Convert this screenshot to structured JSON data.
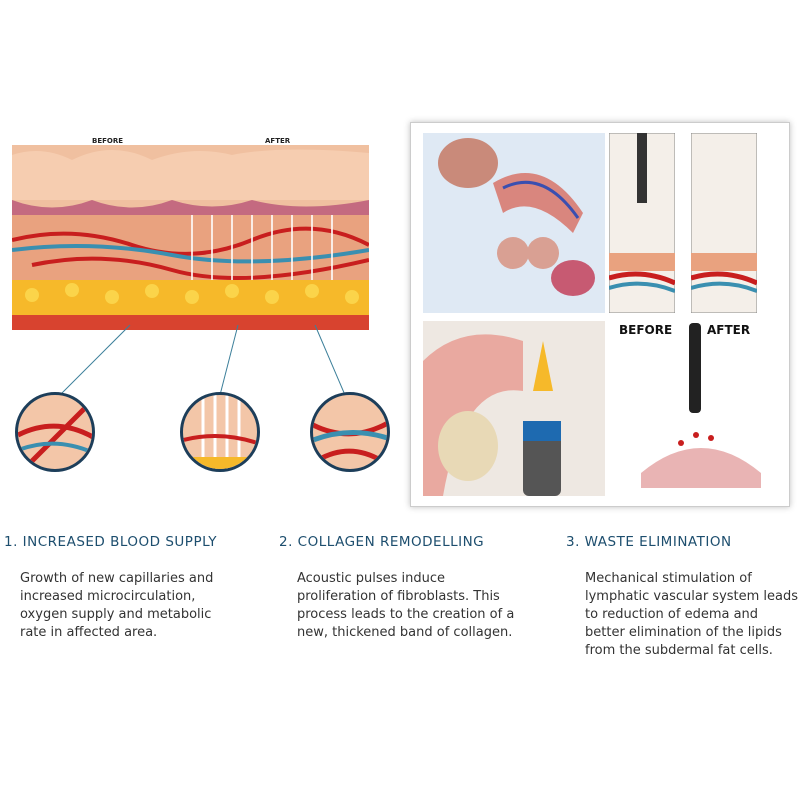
{
  "skin_diagram": {
    "before_label": "BEFORE",
    "after_label": "AFTER"
  },
  "device_panel": {
    "before_label": "BEFORE",
    "after_label": "AFTER"
  },
  "benefits": [
    {
      "title": "1. INCREASED BLOOD SUPPLY",
      "text": "Growth of new capillaries and increased microcirculation, oxygen supply and metabolic rate in affected area."
    },
    {
      "title": "2. COLLAGEN REMODELLING",
      "text": "Acoustic pulses induce proliferation of fibroblasts. This process leads to the creation of a new, thickened band of collagen."
    },
    {
      "title": "3. WASTE ELIMINATION",
      "text": "Mechanical stimulation of lymphatic vascular system leads to reduction of edema and better elimination of the lipids from the subdermal fat cells."
    }
  ],
  "colors": {
    "heading": "#1d4e6e",
    "text": "#333333"
  }
}
